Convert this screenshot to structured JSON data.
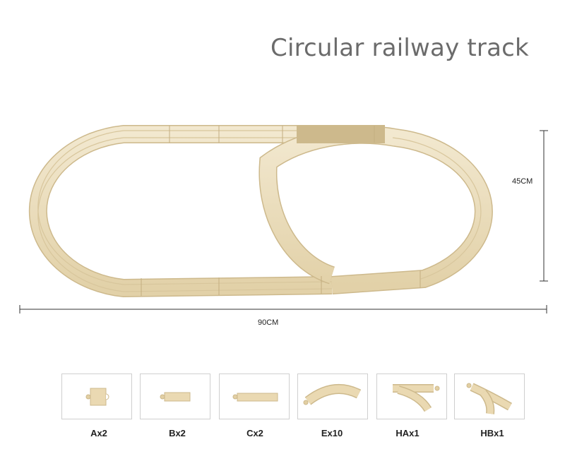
{
  "title": "Circular railway track",
  "dimensions": {
    "width_label": "90CM",
    "height_label": "45CM"
  },
  "colors": {
    "wood_light": "#efe3c6",
    "wood_mid": "#e3d3ad",
    "wood_edge": "#cdb98c",
    "groove": "#d6c398",
    "title_gray": "#6b6b6b"
  },
  "pieces": [
    {
      "label": "Ax2",
      "icon": "short-straight-track-icon"
    },
    {
      "label": "Bx2",
      "icon": "medium-straight-track-icon"
    },
    {
      "label": "Cx2",
      "icon": "long-straight-track-icon"
    },
    {
      "label": "Ex10",
      "icon": "curved-track-icon"
    },
    {
      "label": "HAx1",
      "icon": "switch-left-track-icon"
    },
    {
      "label": "HBx1",
      "icon": "switch-right-track-icon"
    }
  ]
}
